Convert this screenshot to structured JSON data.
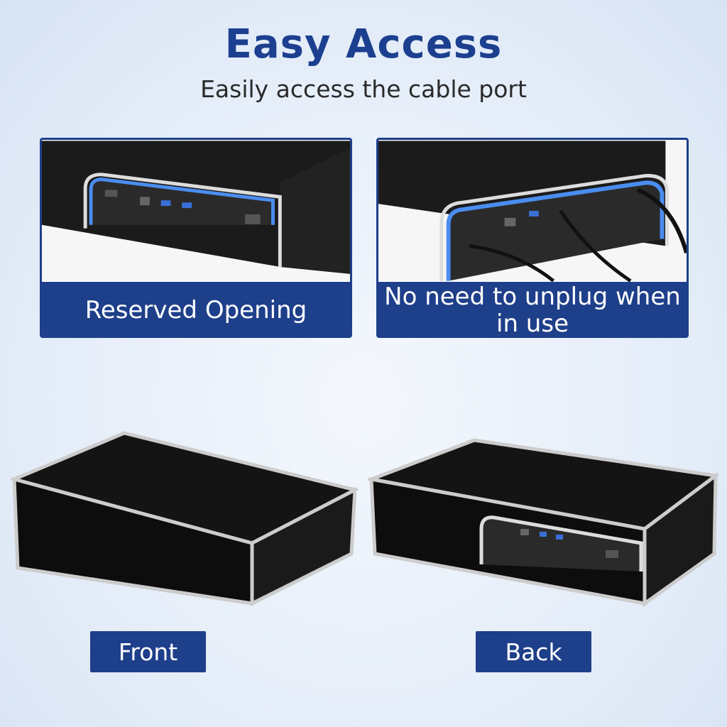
{
  "header": {
    "title": "Easy Access",
    "subtitle": "Easily access the cable port"
  },
  "panels": [
    {
      "caption": "Reserved Opening"
    },
    {
      "caption": "No need to unplug when in use"
    }
  ],
  "views": [
    {
      "label": "Front"
    },
    {
      "label": "Back"
    }
  ],
  "colors": {
    "brand": "#1e3f8a",
    "title": "#1c3f8f"
  }
}
